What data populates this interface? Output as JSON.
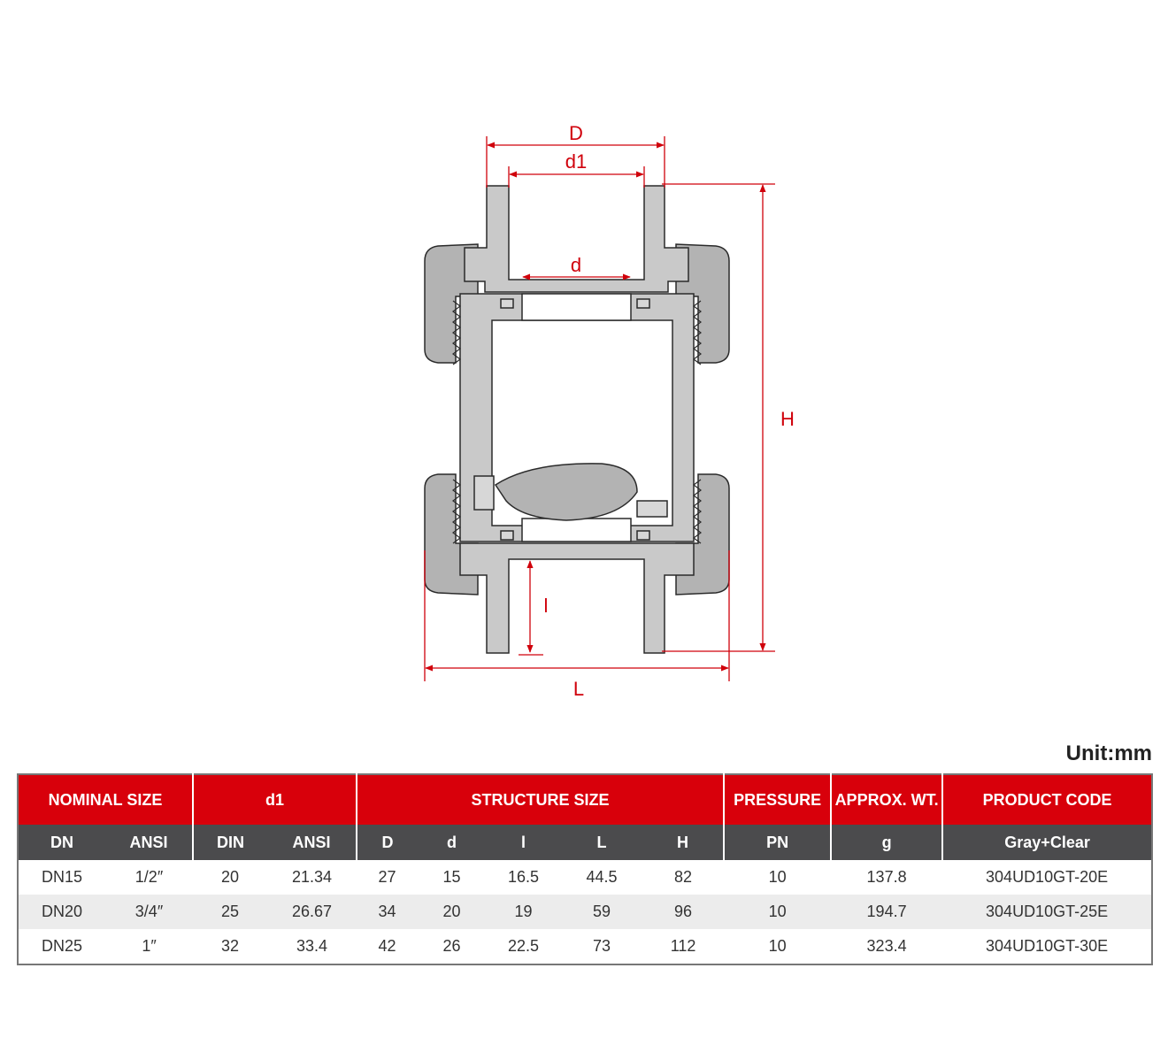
{
  "drawing": {
    "labels": {
      "D": "D",
      "d1": "d1",
      "d": "d",
      "H": "H",
      "l": "l",
      "L": "L"
    },
    "colors": {
      "dimension": "#d0000b",
      "body": "#c9c9c9",
      "nut": "#b3b3b3",
      "outline": "#2a2a2a"
    }
  },
  "unit_label": "Unit:mm",
  "table": {
    "group_headers": [
      "NOMINAL SIZE",
      "d1",
      "STRUCTURE SIZE",
      "PRESSURE",
      "APPROX. WT.",
      "PRODUCT CODE"
    ],
    "sub_headers": [
      "DN",
      "ANSI",
      "DIN",
      "ANSI",
      "D",
      "d",
      "l",
      "L",
      "H",
      "PN",
      "g",
      "Gray+Clear"
    ],
    "rows": [
      [
        "DN15",
        "1/2″",
        "20",
        "21.34",
        "27",
        "15",
        "16.5",
        "44.5",
        "82",
        "10",
        "137.8",
        "304UD10GT-20E"
      ],
      [
        "DN20",
        "3/4″",
        "25",
        "26.67",
        "34",
        "20",
        "19",
        "59",
        "96",
        "10",
        "194.7",
        "304UD10GT-25E"
      ],
      [
        "DN25",
        "1″",
        "32",
        "33.4",
        "42",
        "26",
        "22.5",
        "73",
        "112",
        "10",
        "323.4",
        "304UD10GT-30E"
      ]
    ],
    "colors": {
      "header_red": "#d8000b",
      "header_gray": "#4b4b4d",
      "row_alt": "#ececec"
    }
  }
}
